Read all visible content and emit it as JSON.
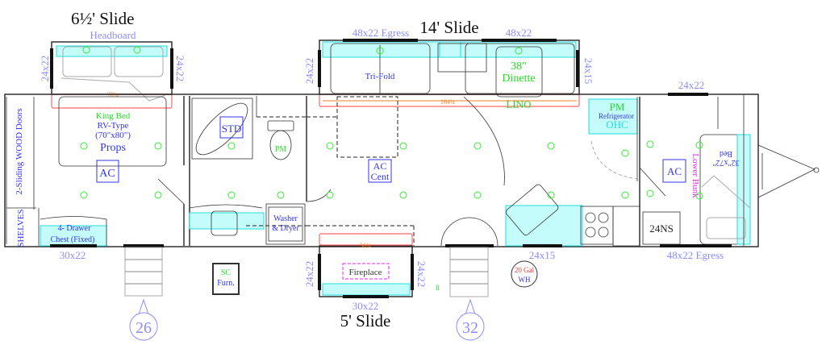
{
  "slides": {
    "bedroom": {
      "title": "6½' Slide",
      "headboard": "Headboard",
      "win_left": "24x22",
      "win_right": "24x22",
      "dimension": "70¼"
    },
    "main": {
      "title": "14' Slide",
      "egress": "48x22 Egress",
      "window": "48x22",
      "win_left": "24x22",
      "win_right": "24x15",
      "sofa": "Tri-Fold",
      "dinette_size": "38\"",
      "dinette": "Dinette",
      "dimension": "164¾",
      "floor": "LINO"
    },
    "fireplace": {
      "title": "5' Slide",
      "window": "30x22",
      "win_left": "24x22",
      "win_right": "24x22",
      "fireplace": "Fireplace",
      "dimension": "56¾",
      "mark": "ll"
    }
  },
  "bedroom": {
    "bed_name": "King Bed",
    "bed_type": "RV-Type",
    "bed_size": "(70\"x80\")",
    "props": "Props",
    "ac": "AC",
    "doors": "2-Sliding WOOD Doors",
    "shelves": "SHELVES",
    "chest_line1": "4- Drawer",
    "chest_line2": "Chest (Fixed)",
    "window": "30x22"
  },
  "bath": {
    "tub": "STD",
    "toilet": "PM",
    "washer_line1": "Washer",
    "washer_line2": "& Dryer"
  },
  "living": {
    "ac_line1": "AC",
    "ac_line2": "Cent",
    "sc_line1": "SC",
    "sc_line2": "Furn."
  },
  "kitchen": {
    "fridge_pm": "PM",
    "fridge": "Refrigerator",
    "ohc": "OHC",
    "window": "24x15",
    "wh_size": "20 Gal",
    "wh": "WH"
  },
  "front": {
    "window_top": "24x22",
    "ac": "AC",
    "bunk_label": "Lower Bunk",
    "bunk_size": "32\"x72\"",
    "bunk_bed": "Bed",
    "nightstand": "24NS",
    "egress": "48x22 Egress"
  },
  "entries": {
    "rear_step": "26",
    "main_step": "32"
  },
  "colors": {
    "dimension": "#8c8cff",
    "label_blue": "#3333ee",
    "label_green": "#22dd22",
    "cyan_fill": "#c4fbfb",
    "redline": "#ff6666",
    "orange": "#f08020",
    "magenta": "#ee22ee"
  }
}
